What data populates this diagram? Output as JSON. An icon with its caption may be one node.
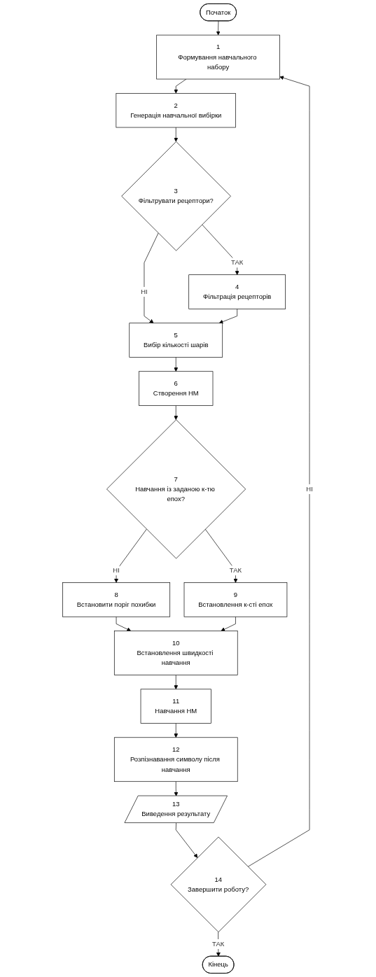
{
  "diagram": {
    "nodes": [
      {
        "text": [
          "Початок"
        ]
      },
      {
        "text": [
          "1",
          "Формування навчального набору"
        ]
      },
      {
        "text": [
          "2",
          "Генерація навчальної вибірки"
        ]
      },
      {
        "text": [
          "3",
          "Фільтрувати рецептори?"
        ]
      },
      {
        "text": [
          "4",
          "Фільтрація рецепторів"
        ]
      },
      {
        "text": [
          "5",
          "Вибір кількості шарів"
        ]
      },
      {
        "text": [
          "6",
          "Створення НМ"
        ]
      },
      {
        "text": [
          "7",
          "Навчання із заданою к-тю епох?"
        ]
      },
      {
        "text": [
          "8",
          "Встановити поріг похибки"
        ]
      },
      {
        "text": [
          "9",
          "Встановлення к-сті епох"
        ]
      },
      {
        "text": [
          "10",
          "Встановлення швидкості навчання"
        ]
      },
      {
        "text": [
          "11",
          "Навчання НМ"
        ]
      },
      {
        "text": [
          "12",
          "Розпізнавання символу після навчання"
        ]
      },
      {
        "text": [
          "13",
          "Виведення результату"
        ]
      },
      {
        "text": [
          "14",
          "Завершити роботу?"
        ]
      },
      {
        "text": [
          "Кінець"
        ]
      }
    ],
    "edges": [
      {
        "from": 0,
        "to": 1,
        "arrow": "to"
      },
      {
        "from": 1,
        "to": 2,
        "arrow": "to"
      },
      {
        "from": 2,
        "to": 3,
        "arrow": "to"
      },
      {
        "from": 3,
        "to": 4,
        "arrow": "to",
        "label": "ТАК"
      },
      {
        "from": 3,
        "to": 5,
        "arrow": "to",
        "label": "НІ"
      },
      {
        "from": 4,
        "to": 5,
        "arrow": "to"
      },
      {
        "from": 5,
        "to": 6,
        "arrow": "to"
      },
      {
        "from": 6,
        "to": 7,
        "arrow": "to"
      },
      {
        "from": 7,
        "to": 8,
        "arrow": "to",
        "label": "НІ"
      },
      {
        "from": 7,
        "to": 9,
        "arrow": "to",
        "label": "ТАК"
      },
      {
        "from": 8,
        "to": 10,
        "arrow": "to"
      },
      {
        "from": 9,
        "to": 10,
        "arrow": "to"
      },
      {
        "from": 10,
        "to": 11,
        "arrow": "to"
      },
      {
        "from": 11,
        "to": 12,
        "arrow": "to"
      },
      {
        "from": 12,
        "to": 13,
        "arrow": "to"
      },
      {
        "from": 13,
        "to": 14,
        "arrow": "to"
      },
      {
        "from": 14,
        "to": 1,
        "arrow": "to",
        "label": "НІ"
      },
      {
        "from": 14,
        "to": 15,
        "arrow": "to",
        "label": "ТАК"
      }
    ]
  }
}
